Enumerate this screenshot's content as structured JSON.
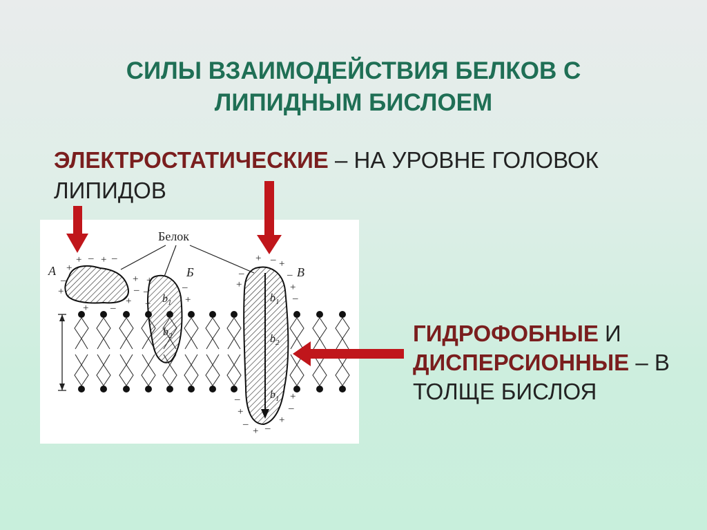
{
  "title": {
    "line1": "СИЛЫ ВЗАИМОДЕЙСТВИЯ БЕЛКОВ С",
    "line2": "ЛИПИДНЫМ БИСЛОЕМ"
  },
  "electrostatic": {
    "term": "ЭЛЕКТРОСТАТИЧЕСКИЕ",
    "rest_line1": " – НА УРОВНЕ ГОЛОВОК",
    "line2": "ЛИПИДОВ"
  },
  "hydrophobic": {
    "term1": "ГИДРОФОБНЫЕ",
    "and": " И",
    "term2": "ДИСПЕРСИОННЫЕ",
    "dash_in": " – В",
    "line3": "ТОЛЩЕ БИСЛОЯ"
  },
  "diagram": {
    "protein_label": "Белок",
    "label_a": "А",
    "label_b": "Б",
    "label_v": "В",
    "region_b1": "b",
    "region_b2": "b",
    "sub1": "1",
    "sub2": "2",
    "plus": "+",
    "minus": "–"
  },
  "colors": {
    "title": "#1f6f55",
    "emphasis": "#7a1e1e",
    "arrow": "#c0161b",
    "text": "#222222"
  }
}
